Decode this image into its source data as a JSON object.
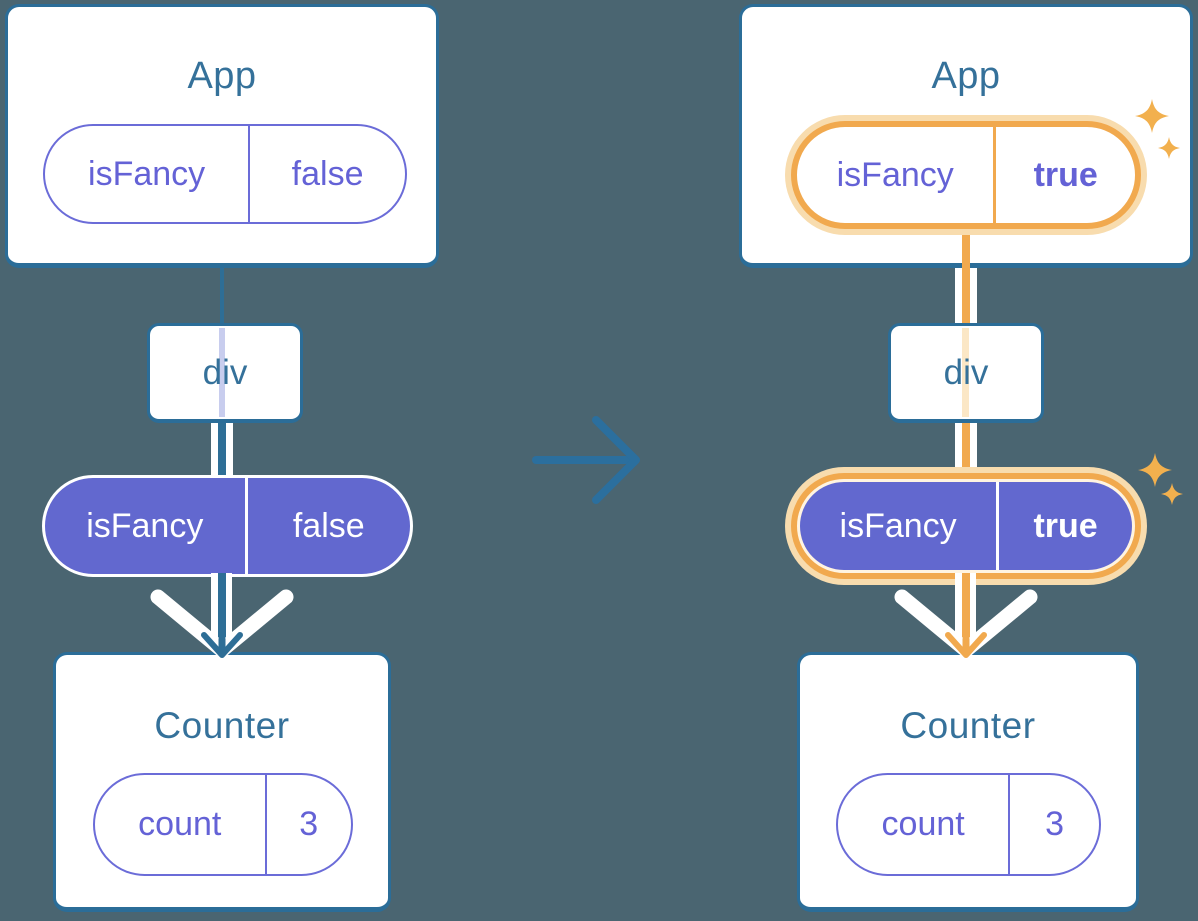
{
  "before": {
    "app": {
      "title": "App",
      "prop_name": "isFancy",
      "prop_value": "false"
    },
    "div_label": "div",
    "passed_prop": {
      "name": "isFancy",
      "value": "false"
    },
    "counter": {
      "title": "Counter",
      "state_name": "count",
      "state_value": "3"
    }
  },
  "after": {
    "app": {
      "title": "App",
      "prop_name": "isFancy",
      "prop_value": "true"
    },
    "div_label": "div",
    "passed_prop": {
      "name": "isFancy",
      "value": "true"
    },
    "counter": {
      "title": "Counter",
      "state_name": "count",
      "state_value": "3"
    }
  },
  "icons": {
    "transition": "arrow-right-icon",
    "flow": "arrow-down-icon",
    "highlight": "sparkle-icon"
  },
  "colors": {
    "background": "#4a6571",
    "box_border_teal": "#2b6d98",
    "teal_text": "#35719a",
    "arrow_teal": "#2b6f9e",
    "purple_fill": "#6268cf",
    "purple_border": "#6b6cd8",
    "purple_text": "#6462d6",
    "orange": "#f1a94e",
    "orange_glow": "#f8dcae",
    "cream_line": "#fbe7c6",
    "lavender_line": "#c8cdee",
    "white": "#ffffff"
  }
}
